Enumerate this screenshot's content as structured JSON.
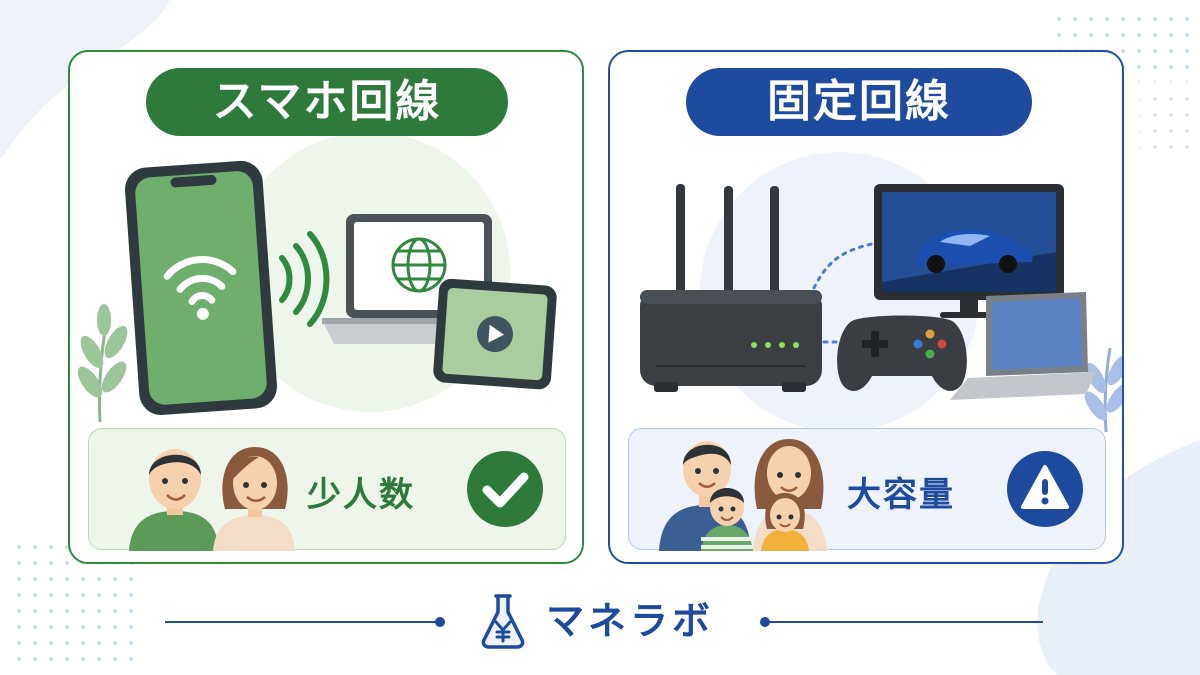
{
  "left_panel": {
    "title": "スマホ回線",
    "label": "少人数",
    "badge_icon": "check-icon",
    "accent": "#2d7a3a"
  },
  "right_panel": {
    "title": "固定回線",
    "label": "大容量",
    "badge_icon": "warning-icon",
    "accent": "#1f4b9e"
  },
  "footer": {
    "brand_name": "マネラボ",
    "brand_icon": "yen-flask-icon"
  }
}
